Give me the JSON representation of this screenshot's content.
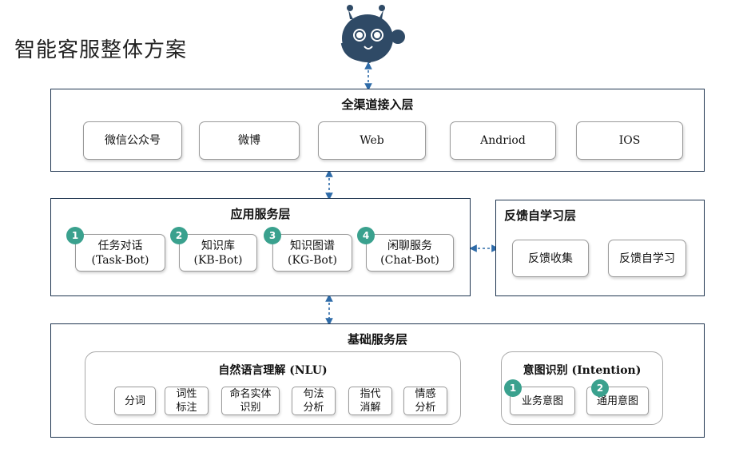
{
  "title": "智能客服整体方案",
  "access_layer": {
    "title": "全渠道接入层",
    "channels": [
      "微信公众号",
      "微博",
      "Web",
      "Andriod",
      "IOS"
    ]
  },
  "service_layer": {
    "title": "应用服务层",
    "services": [
      {
        "num": "1",
        "name": "任务对话",
        "sub": "(Task-Bot)"
      },
      {
        "num": "2",
        "name": "知识库",
        "sub": "(KB-Bot)"
      },
      {
        "num": "3",
        "name": "知识图谱",
        "sub": "(KG-Bot)"
      },
      {
        "num": "4",
        "name": "闲聊服务",
        "sub": "(Chat-Bot)"
      }
    ]
  },
  "feedback_layer": {
    "title": "反馈自学习层",
    "items": [
      "反馈收集",
      "反馈自学习"
    ]
  },
  "base_layer": {
    "title": "基础服务层",
    "nlu": {
      "title": "自然语言理解 (NLU)",
      "items": [
        {
          "line1": "分词",
          "line2": ""
        },
        {
          "line1": "词性",
          "line2": "标注"
        },
        {
          "line1": "命名实体",
          "line2": "识别"
        },
        {
          "line1": "句法",
          "line2": "分析"
        },
        {
          "line1": "指代",
          "line2": "消解"
        },
        {
          "line1": "情感",
          "line2": "分析"
        }
      ]
    },
    "intention": {
      "title": "意图识别 (Intention)",
      "items": [
        {
          "num": "1",
          "name": "业务意图"
        },
        {
          "num": "2",
          "name": "通用意图"
        }
      ]
    }
  },
  "colors": {
    "accent": "#3aa18e",
    "border": "#1f3550",
    "connector": "#2e6ba8",
    "mascot": "#2f4a66"
  },
  "icons": {
    "mascot": "robot-mascot-with-headset-icon"
  }
}
